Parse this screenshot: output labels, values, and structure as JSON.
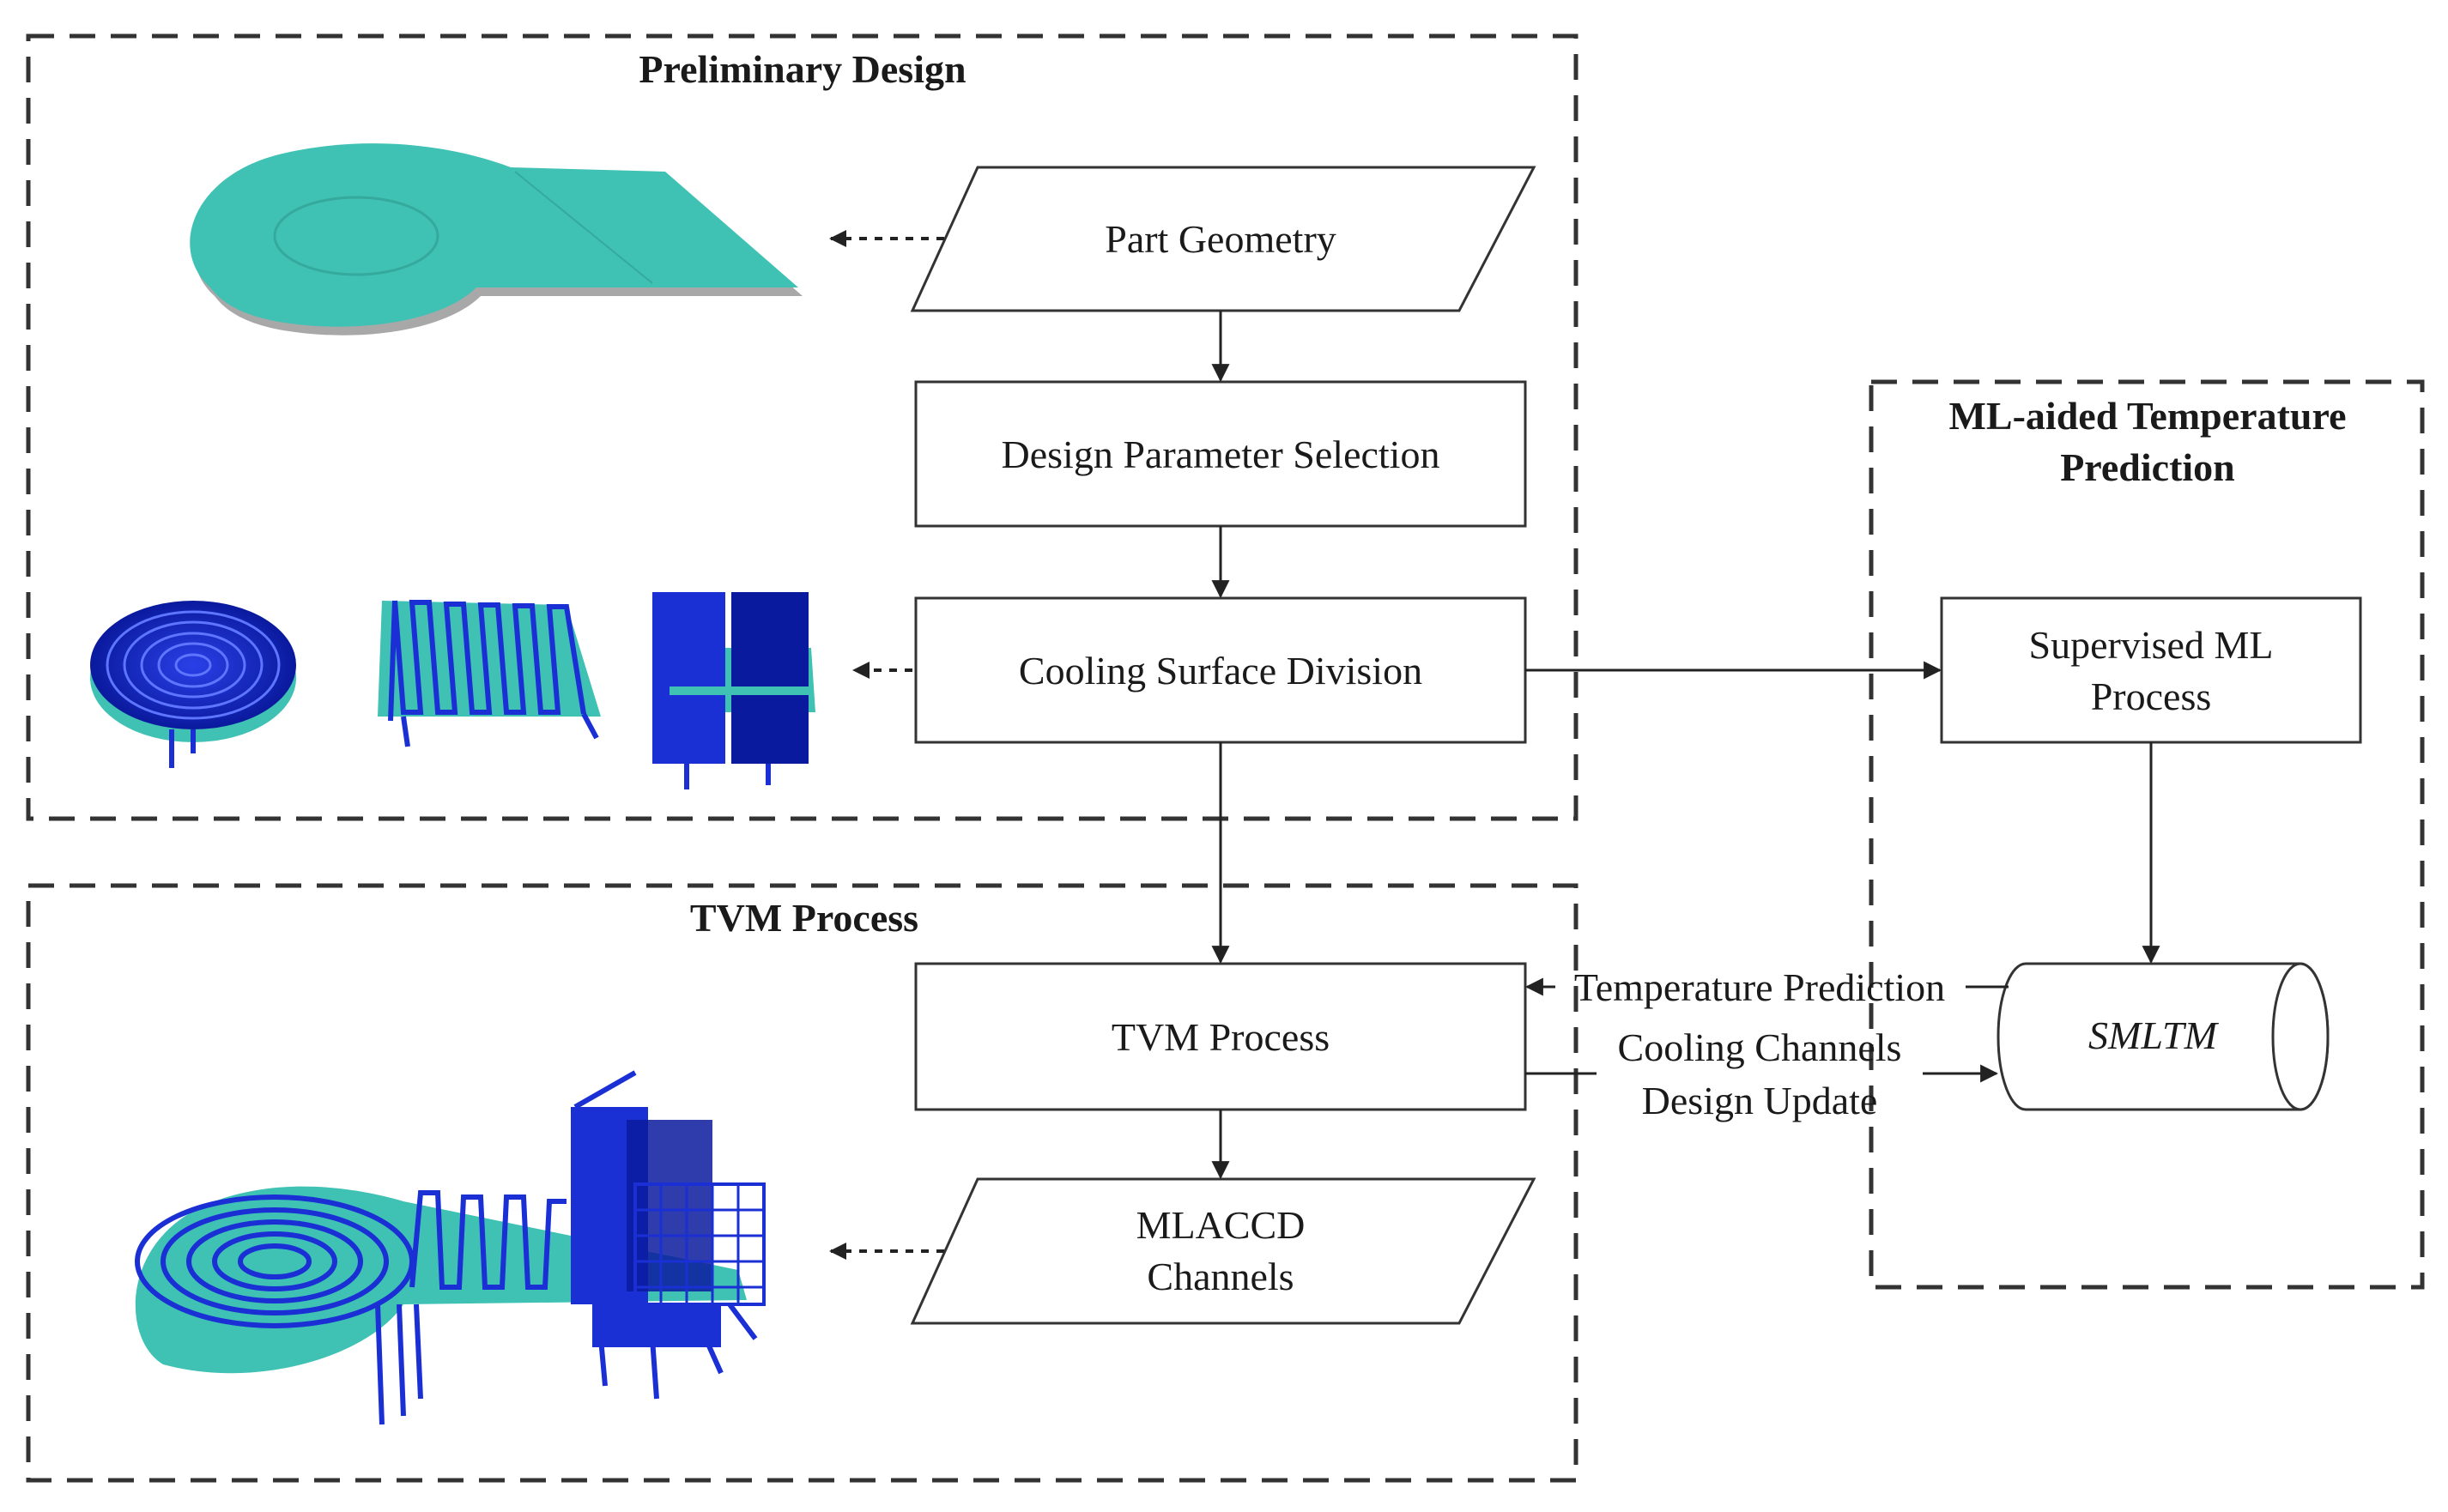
{
  "groups": {
    "preliminary": "Preliminary Design",
    "tvm": "TVM Process",
    "ml": [
      "ML-aided Temperature",
      "Prediction"
    ]
  },
  "nodes": {
    "part_geometry": "Part Geometry",
    "design_param": "Design Parameter Selection",
    "cooling_division": "Cooling Surface Division",
    "supervised_ml": [
      "Supervised ML",
      "Process"
    ],
    "tvm_process": "TVM Process",
    "mlaccd": [
      "MLACCD",
      "Channels"
    ],
    "smltm": "SMLTM"
  },
  "edges": {
    "temperature_prediction": "Temperature Prediction",
    "design_update": [
      "Cooling Channels",
      "Design Update"
    ]
  },
  "colors": {
    "teal": "#3fc1b4",
    "channel_blue": "#1a2fd4",
    "dark_blue": "#0a1a9e"
  }
}
